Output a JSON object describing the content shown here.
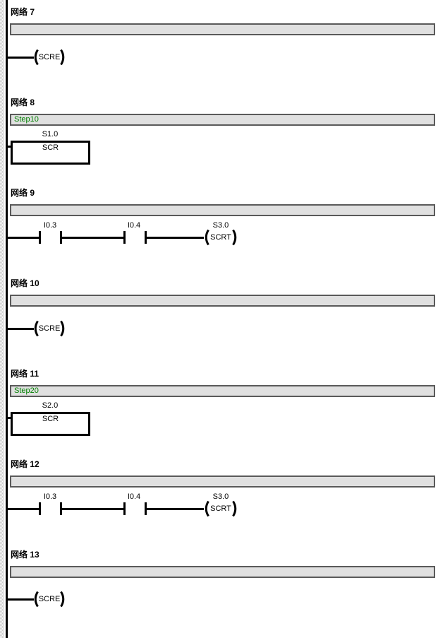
{
  "editor": {
    "program_language": "LAD",
    "colors": {
      "comment_text": "#008000",
      "comment_bar_bg": "#e0e0e0",
      "comment_bar_border": "#5a5a5a",
      "wire": "#000000",
      "background": "#ffffff"
    }
  },
  "networks": [
    {
      "title": "网络 7",
      "comment": "",
      "elements": {
        "coil": {
          "label": "SCRE",
          "operand": ""
        }
      }
    },
    {
      "title": "网络 8",
      "comment": "Step10",
      "elements": {
        "box": {
          "operand": "S1.0",
          "label": "SCR"
        }
      }
    },
    {
      "title": "网络 9",
      "comment": "",
      "elements": {
        "contact1": {
          "operand": "I0.3"
        },
        "contact2": {
          "operand": "I0.4"
        },
        "coil": {
          "label": "SCRT",
          "operand": "S3.0"
        }
      }
    },
    {
      "title": "网络 10",
      "comment": "",
      "elements": {
        "coil": {
          "label": "SCRE",
          "operand": ""
        }
      }
    },
    {
      "title": "网络 11",
      "comment": "Step20",
      "elements": {
        "box": {
          "operand": "S2.0",
          "label": "SCR"
        }
      }
    },
    {
      "title": "网络 12",
      "comment": "",
      "elements": {
        "contact1": {
          "operand": "I0.3"
        },
        "contact2": {
          "operand": "I0.4"
        },
        "coil": {
          "label": "SCRT",
          "operand": "S3.0"
        }
      }
    },
    {
      "title": "网络 13",
      "comment": "",
      "elements": {
        "coil": {
          "label": "SCRE",
          "operand": ""
        }
      }
    }
  ]
}
